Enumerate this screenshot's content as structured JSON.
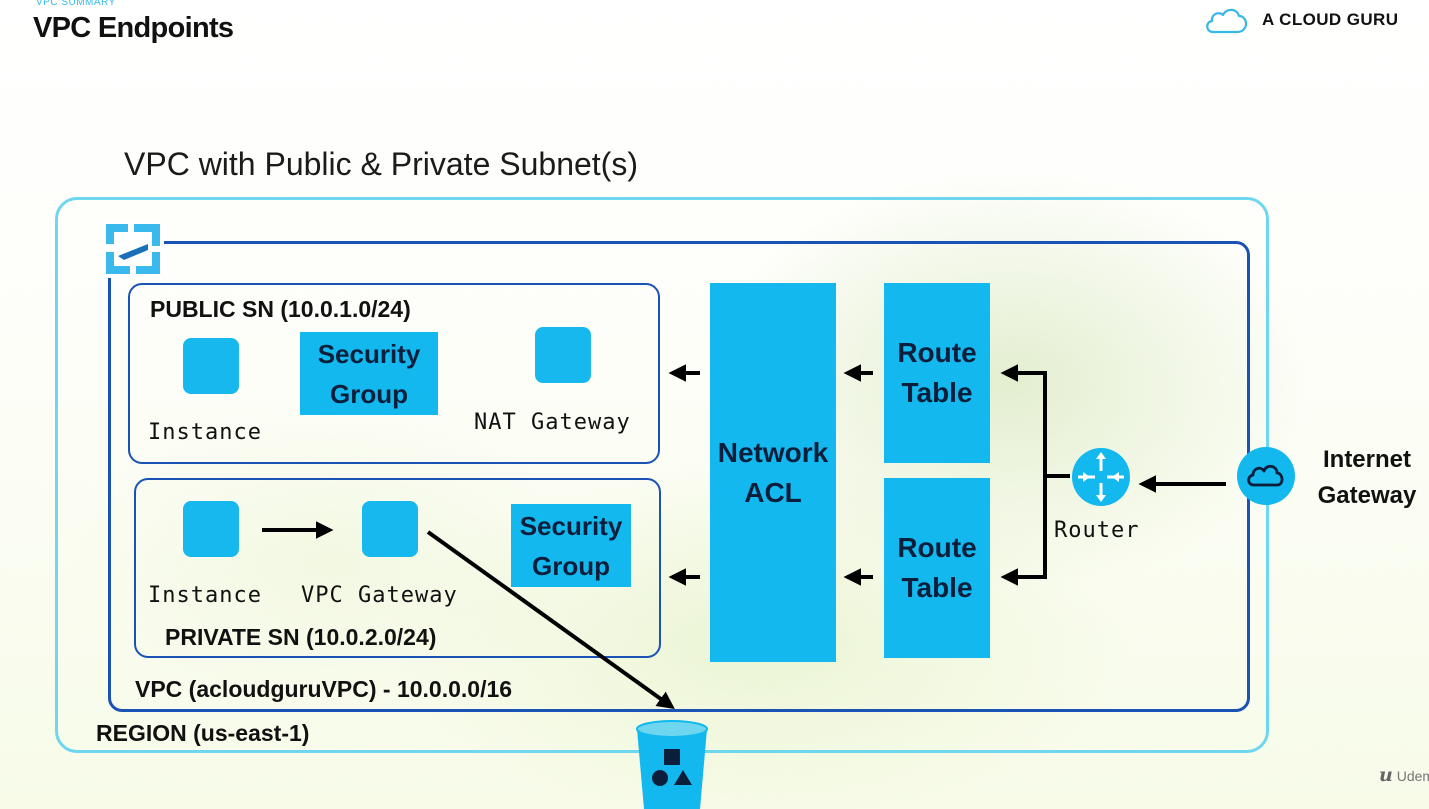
{
  "header": {
    "kicker": "VPC SUMMARY",
    "title": "VPC Endpoints",
    "brand": "A CLOUD GURU",
    "brand_icon": "cloud-outline-icon"
  },
  "diagram": {
    "title": "VPC with Public & Private Subnet(s)",
    "region_label": "REGION (us-east-1)",
    "vpc_label": "VPC (acloudguruVPC) - 10.0.0.0/16",
    "public_subnet": {
      "label": "PUBLIC SN (10.0.1.0/24)",
      "instance_label": "Instance",
      "security_group": [
        "Security",
        "Group"
      ],
      "nat_gateway_label": "NAT Gateway"
    },
    "private_subnet": {
      "label": "PRIVATE SN (10.0.2.0/24)",
      "instance_label": "Instance",
      "vpc_gateway_label": "VPC Gateway",
      "security_group": [
        "Security",
        "Group"
      ]
    },
    "network_acl": [
      "Network",
      "ACL"
    ],
    "route_table_top": [
      "Route",
      "Table"
    ],
    "route_table_bottom": [
      "Route",
      "Table"
    ],
    "router_label": "Router",
    "internet_gateway": [
      "Internet",
      "Gateway"
    ],
    "icons": [
      "vpc-icon",
      "router-icon",
      "internet-gateway-cloud-icon",
      "s3-bucket-icon"
    ]
  },
  "watermark": "Udem",
  "colors": {
    "accent_blue": "#12b8ee",
    "vpc_border": "#1a53b5",
    "region_border": "#6fd6f0",
    "kicker": "#35b8e6"
  }
}
